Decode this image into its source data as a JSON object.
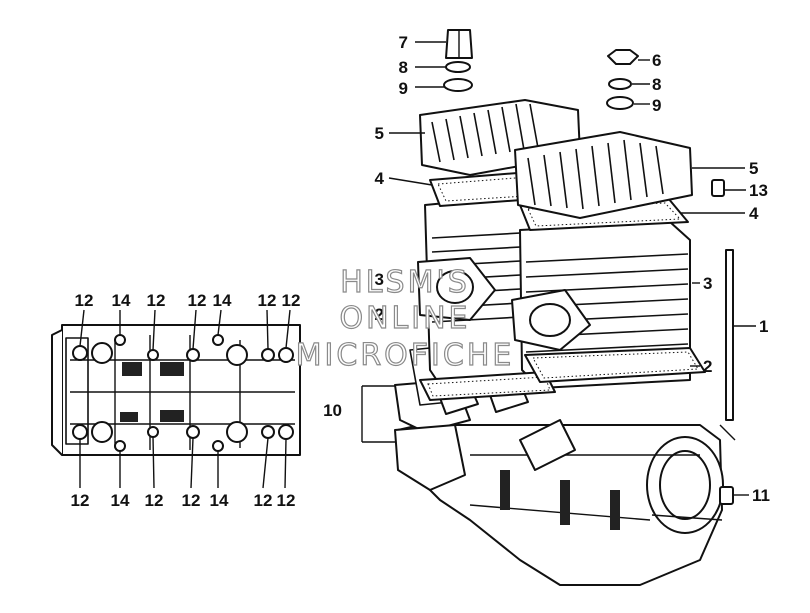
{
  "diagram": {
    "callouts": {
      "c1": "1",
      "c2": "2",
      "c2b": "2",
      "c3": "3",
      "c3b": "3",
      "c4": "4",
      "c4b": "4",
      "c5": "5",
      "c5b": "5",
      "c6": "6",
      "c7": "7",
      "c8": "8",
      "c8b": "8",
      "c9": "9",
      "c9b": "9",
      "c10": "10",
      "c11": "11",
      "c13": "13",
      "top12a": "12",
      "top14a": "14",
      "top12b": "12",
      "top12c": "12",
      "top14b": "14",
      "top12d": "12",
      "top12e": "12",
      "bot12a": "12",
      "bot14a": "14",
      "bot12b": "12",
      "bot12c": "12",
      "bot14b": "14",
      "bot12d": "12",
      "bot12e": "12"
    },
    "watermark": [
      "HLSM'S",
      "ONLINE",
      "MICROFICHE"
    ]
  }
}
